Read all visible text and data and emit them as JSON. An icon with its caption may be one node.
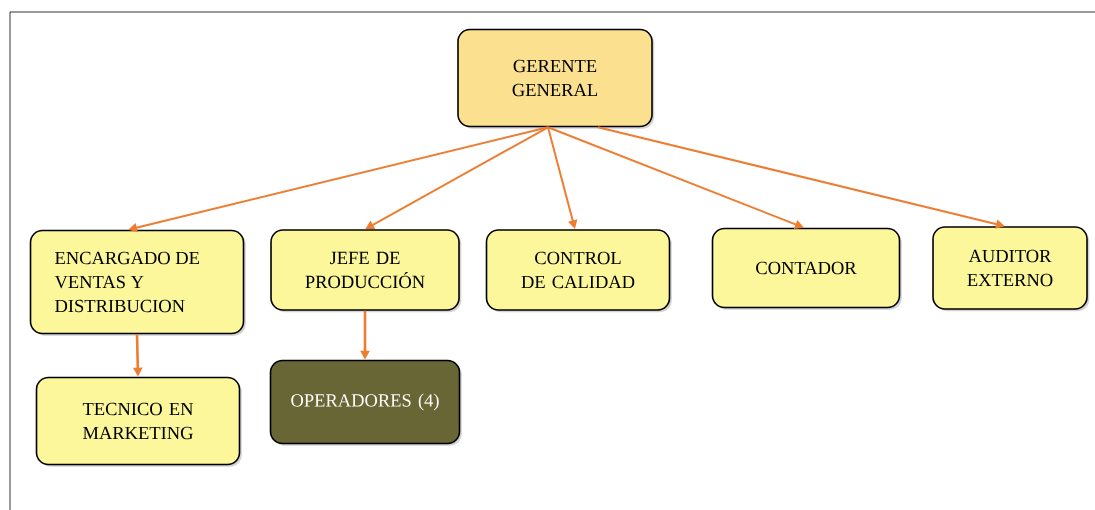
{
  "diagram": {
    "nodes": [
      {
        "text": [
          "GERENTE GENERAL"
        ]
      },
      {
        "text": [
          "ENCARGADO DE VENTAS Y DISTRIBUCION"
        ]
      },
      {
        "text": [
          "JEFE DE PRODUCCIÓN"
        ]
      },
      {
        "text": [
          "CONTROL DE CALIDAD"
        ]
      },
      {
        "text": [
          "CONTADOR"
        ]
      },
      {
        "text": [
          "AUDITOR EXTERNO"
        ]
      },
      {
        "text": [
          "TECNICO EN MARKETING"
        ]
      },
      {
        "text": [
          "OPERADORES (4)"
        ]
      }
    ],
    "edges": [
      {
        "from": 0,
        "to": 1,
        "arrow": "to"
      },
      {
        "from": 0,
        "to": 2,
        "arrow": "to"
      },
      {
        "from": 0,
        "to": 3,
        "arrow": "to"
      },
      {
        "from": 0,
        "to": 4,
        "arrow": "to"
      },
      {
        "from": 0,
        "to": 5,
        "arrow": "to"
      },
      {
        "from": 1,
        "to": 6,
        "arrow": "to"
      },
      {
        "from": 2,
        "to": 7,
        "arrow": "to"
      }
    ]
  }
}
